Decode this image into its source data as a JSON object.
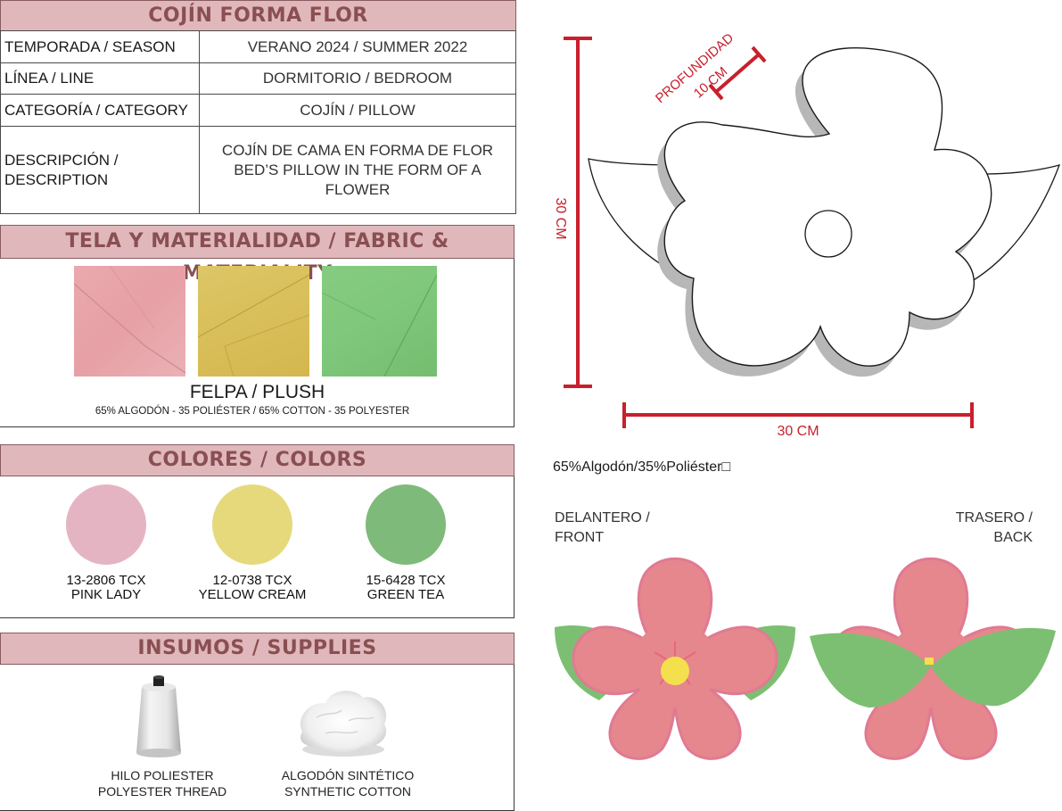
{
  "title": "COJÍN FORMA FLOR",
  "spec_rows": [
    {
      "label": "TEMPORADA / SEASON",
      "value": "VERANO 2024 / SUMMER 2022"
    },
    {
      "label": "LÍNEA / LINE",
      "value": "DORMITORIO / BEDROOM"
    },
    {
      "label": "CATEGORÍA / CATEGORY",
      "value": "COJÍN / PILLOW"
    },
    {
      "label": "DESCRIPCIÓN /\nDESCRIPTION",
      "value": "COJÍN DE CAMA EN FORMA DE FLOR\nBED’S PILLOW IN THE FORM OF A FLOWER"
    }
  ],
  "fabric": {
    "header": "TELA Y MATERIALIDAD / FABRIC & MATERIALITY",
    "swatch_colors": [
      "#e6a0a6",
      "#d9bf5a",
      "#7fc77a"
    ],
    "name": "FELPA / PLUSH",
    "composition": "65% ALGODÓN - 35 POLIÉSTER / 65% COTTON - 35 POLYESTER"
  },
  "colors": {
    "header": "COLORES / COLORS",
    "items": [
      {
        "code": "13-2806 TCX",
        "name": "PINK LADY",
        "hex": "#e5b4c3"
      },
      {
        "code": "12-0738 TCX",
        "name": "YELLOW CREAM",
        "hex": "#e6d97c"
      },
      {
        "code": "15-6428 TCX",
        "name": "GREEN TEA",
        "hex": "#7eba79"
      }
    ]
  },
  "supplies": {
    "header": "INSUMOS / SUPPLIES",
    "items": [
      {
        "label_es": "HILO POLIESTER",
        "label_en": "POLYESTER THREAD"
      },
      {
        "label_es": "ALGODÓN SINTÉTICO",
        "label_en": "SYNTHETIC COTTON"
      }
    ]
  },
  "diagram": {
    "height_label": "30 CM",
    "width_label": "30 CM",
    "depth_label_1": "PROFUNDIDAD",
    "depth_label_2": "10 CM",
    "accent": "#c8202c"
  },
  "composition_note": "65%Algodón/35%Poliéster□",
  "views": {
    "front_1": "DELANTERO /",
    "front_2": "FRONT",
    "back_1": "TRASERO /",
    "back_2": "BACK",
    "petal": "#e5878d",
    "leaf": "#7cbf72",
    "center": "#f4e04d"
  }
}
